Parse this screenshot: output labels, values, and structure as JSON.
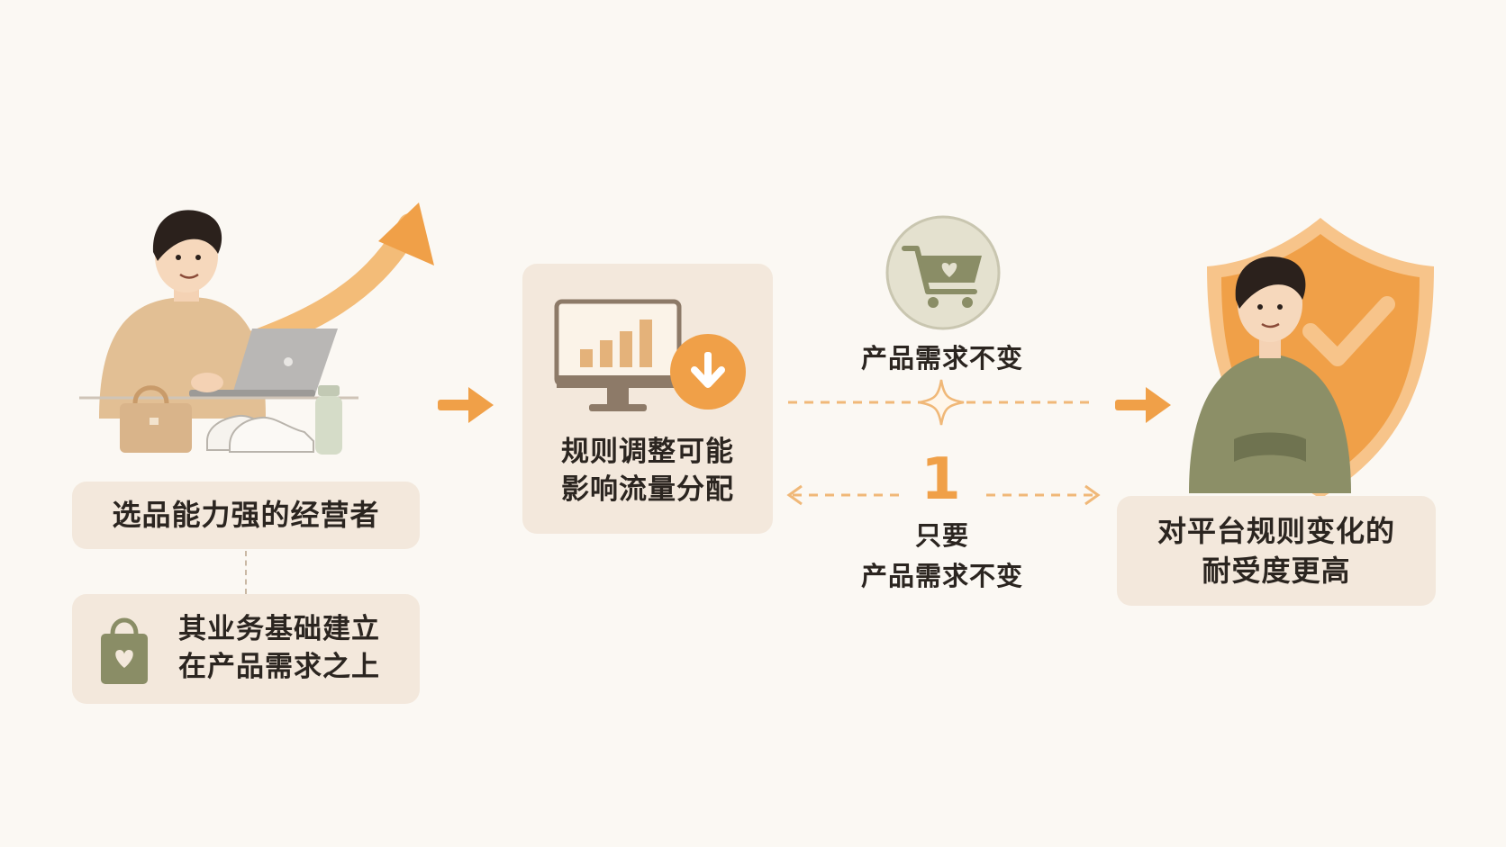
{
  "seller_card": {
    "label": "选品能力强的经营者"
  },
  "foundation_card": {
    "line1": "其业务基础建立",
    "line2": "在产品需求之上"
  },
  "rule_card": {
    "line1": "规则调整可能",
    "line2": "影响流量分配"
  },
  "top_label": "产品需求不变",
  "number": "1",
  "bottom_label": {
    "line1": "只要",
    "line2": "产品需求不变"
  },
  "result_card": {
    "line1": "对平台规则变化的",
    "line2": "耐受度更高"
  },
  "colors": {
    "accent": "#f0a048",
    "card": "#f3e8dc",
    "olive": "#8a8d66",
    "background": "#fbf8f3"
  }
}
